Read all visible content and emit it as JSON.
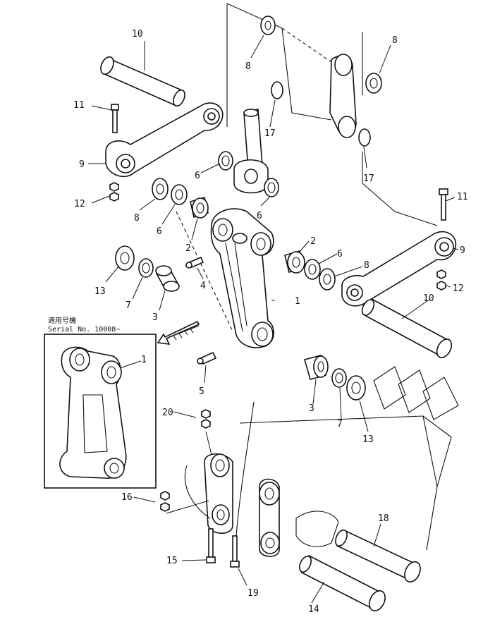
{
  "inset": {
    "applicable_label": "適用号機",
    "serial_label": "Serial No. 10008~"
  },
  "callouts": {
    "c1": "1",
    "c2": "2",
    "c3": "3",
    "c4": "4",
    "c5": "5",
    "c6": "6",
    "c7": "7",
    "c8": "8",
    "c9": "9",
    "c10": "10",
    "c11": "11",
    "c12": "12",
    "c13": "13",
    "c14": "14",
    "c15": "15",
    "c16": "16",
    "c17": "17",
    "c18": "18",
    "c19": "19",
    "c20": "20"
  }
}
